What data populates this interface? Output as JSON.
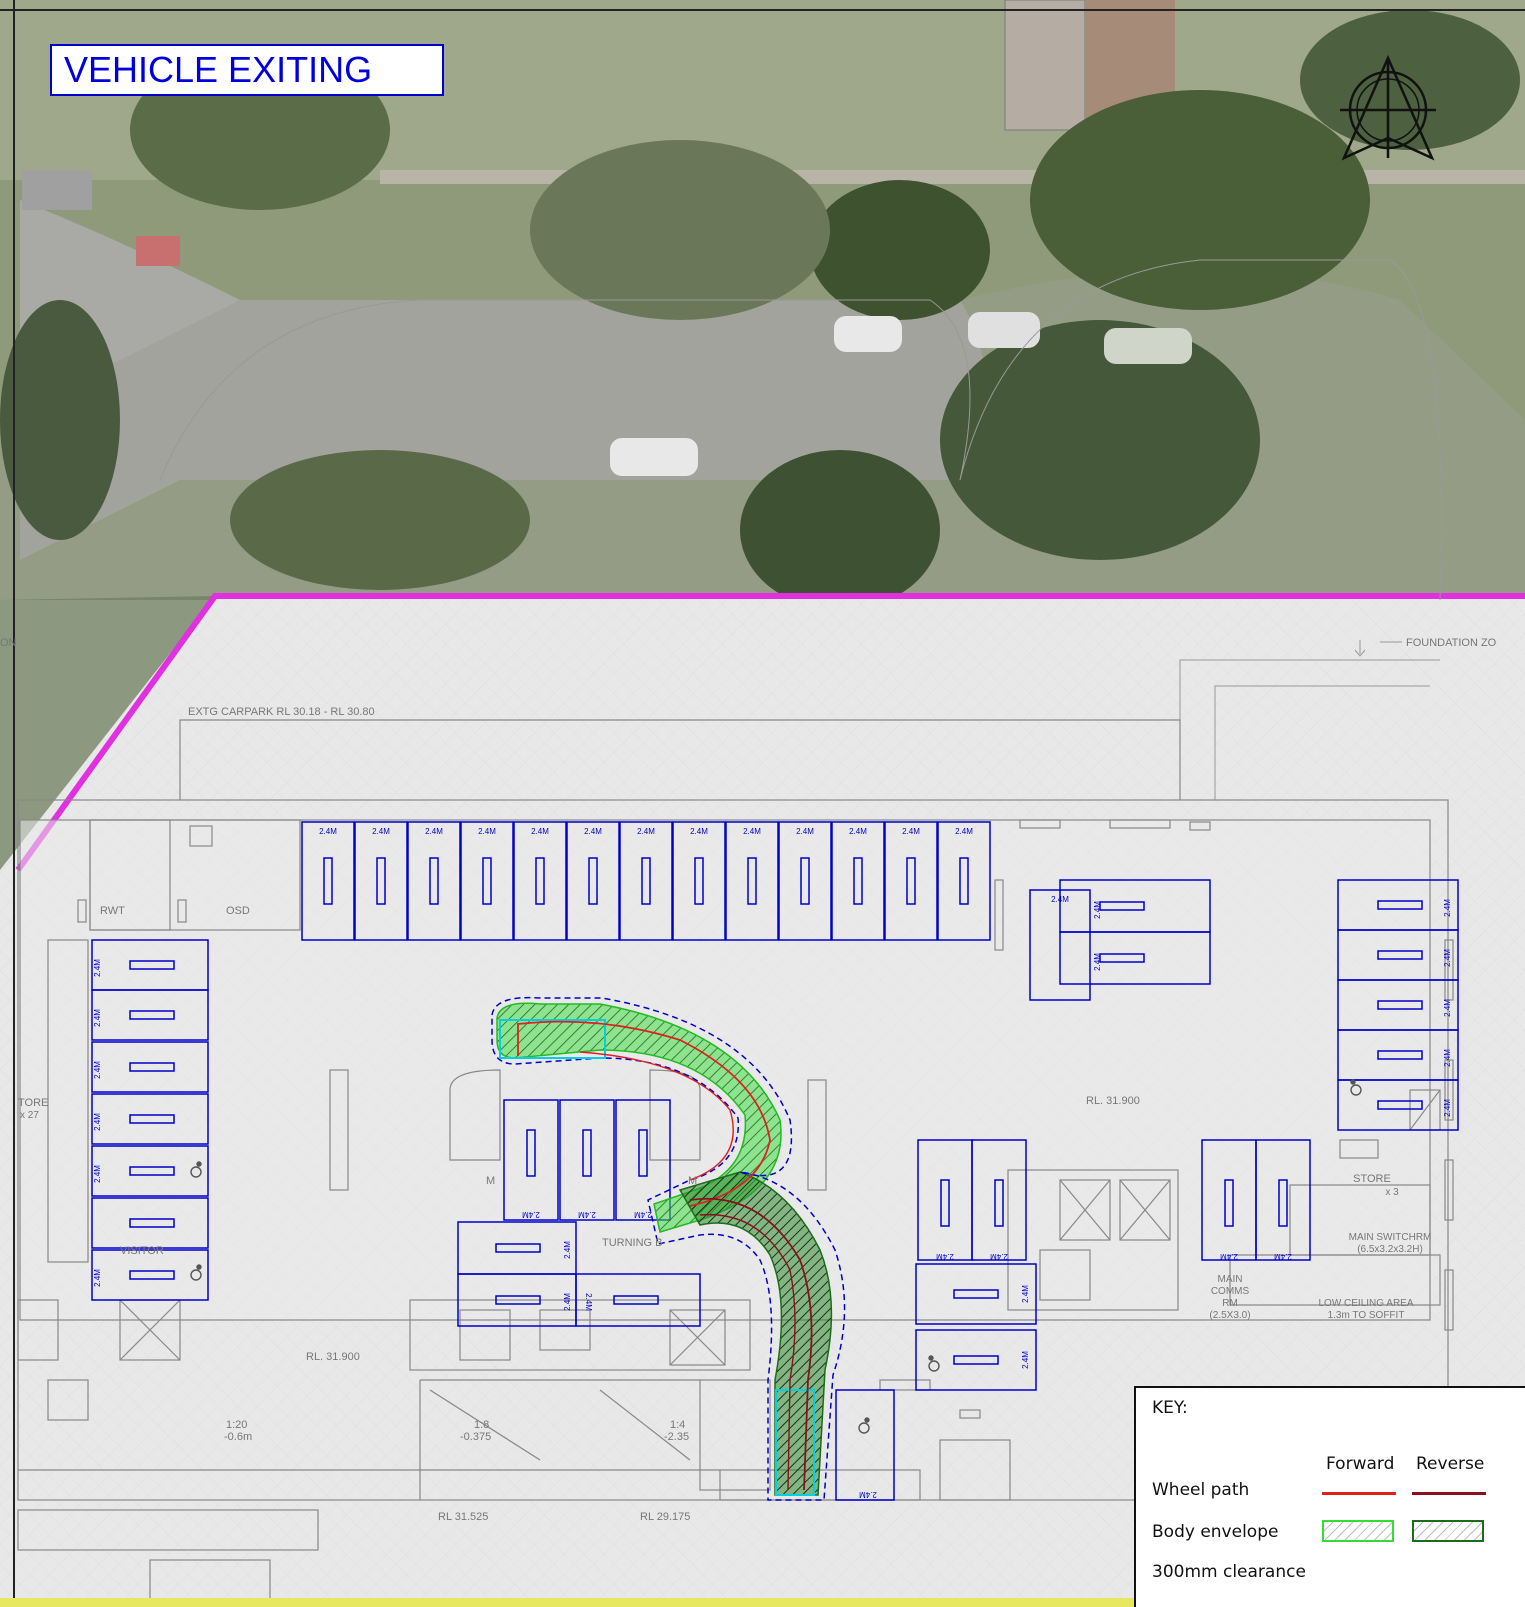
{
  "title": "VEHICLE EXITING",
  "compass": {
    "icon": "north-arrow-icon"
  },
  "labels": {
    "foundation_zone_right": "FOUNDATION ZO",
    "foundation_zone_left": "ON",
    "existing_carpark": "EXTG CARPARK RL 30.18 - RL 30.80",
    "rwt": "RWT",
    "osd": "OSD",
    "store_left": "TORE",
    "store_left_qty": "x 27",
    "visitor": "VISITOR",
    "turning_bay": "TURNING B",
    "rl_center": "RL. 31.900",
    "rl_left": "RL. 31.900",
    "rl_bottom_left": "RL 31.525",
    "rl_bottom_mid": "RL 29.175",
    "ramp1_ratio": "1:20",
    "ramp1_drop": "-0.6m",
    "ramp2_ratio": "1:8",
    "ramp2_drop": "-0.375",
    "ramp3_ratio": "1:4",
    "ramp3_drop": "-2.35",
    "store_right": "STORE",
    "store_right_qty": "x 3",
    "main_switch": "MAIN SWITCHRM",
    "main_switch_dims": "(6.5x3.2x3.2H)",
    "main_comms_1": "MAIN",
    "main_comms_2": "COMMS",
    "main_comms_3": "RM",
    "main_comms_dims": "(2.5X3.0)",
    "low_ceiling": "LOW CEILING AREA",
    "low_ceiling_sub": "1.3m TO SOFFIT",
    "motorbike": "M",
    "bay_width": "2.4M"
  },
  "key": {
    "title": "KEY:",
    "col_forward": "Forward",
    "col_reverse": "Reverse",
    "row_wheel_path": "Wheel path",
    "row_body_envelope": "Body envelope",
    "row_clearance": "300mm clearance",
    "colors": {
      "forward_path": "#e02020",
      "reverse_path": "#8a1020",
      "forward_envelope": "#33dd33",
      "reverse_envelope": "#1a6e1a"
    }
  },
  "colors": {
    "site_boundary": "#e030e0",
    "parking_lines": "#0000cc",
    "clearance": "#00d0e0",
    "title_border": "#0000cc"
  }
}
